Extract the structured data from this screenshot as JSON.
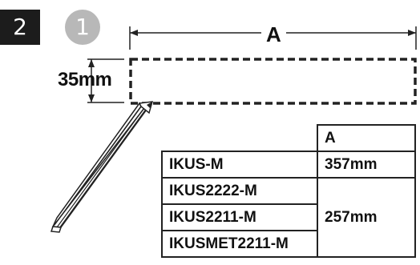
{
  "step": {
    "number": "2",
    "substep": "1"
  },
  "dimensions": {
    "length_label": "A",
    "height_label": "35mm"
  },
  "table": {
    "header": "A",
    "rows": [
      {
        "model": "IKUS-M",
        "value": "357mm"
      },
      {
        "model": "IKUS2222-M",
        "value": "257mm"
      },
      {
        "model": "IKUS2211-M"
      },
      {
        "model": "IKUSMET2211-M"
      }
    ]
  },
  "icons": {
    "pencil": "pencil-icon"
  }
}
